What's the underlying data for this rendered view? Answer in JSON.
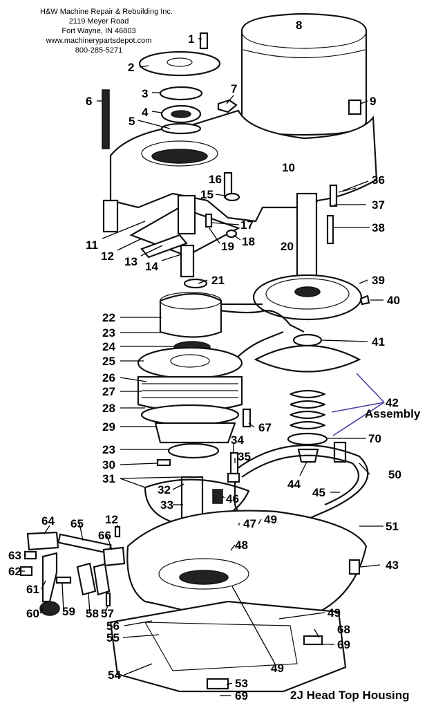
{
  "company": {
    "name": "H&W Machine Repair & Rebuilding Inc.",
    "street": "2119 Meyer Road",
    "city": "Fort Wayne, IN  46803",
    "web": "www.machinerypartsdepot.com",
    "phone": "800-285-5271"
  },
  "title": "2J Head Top Housing",
  "assembly_label": "Assembly",
  "colors": {
    "ink": "#111111",
    "leader_accent": "#4a3e9c",
    "background": "#ffffff"
  },
  "callouts": [
    "1",
    "2",
    "3",
    "4",
    "5",
    "6",
    "7",
    "8",
    "9",
    "10",
    "11",
    "12",
    "13",
    "14",
    "15",
    "16",
    "17",
    "18",
    "19",
    "20",
    "21",
    "22",
    "23",
    "24",
    "25",
    "26",
    "27",
    "28",
    "29",
    "23",
    "30",
    "31",
    "32",
    "33",
    "34",
    "35",
    "36",
    "37",
    "38",
    "39",
    "40",
    "41",
    "42",
    "70",
    "67",
    "44",
    "45",
    "46",
    "47",
    "48",
    "49",
    "50",
    "51",
    "43",
    "12",
    "66",
    "65",
    "64",
    "63",
    "62",
    "61",
    "60",
    "59",
    "58",
    "57",
    "56",
    "55",
    "54",
    "53",
    "69",
    "49",
    "68",
    "69",
    "49"
  ]
}
